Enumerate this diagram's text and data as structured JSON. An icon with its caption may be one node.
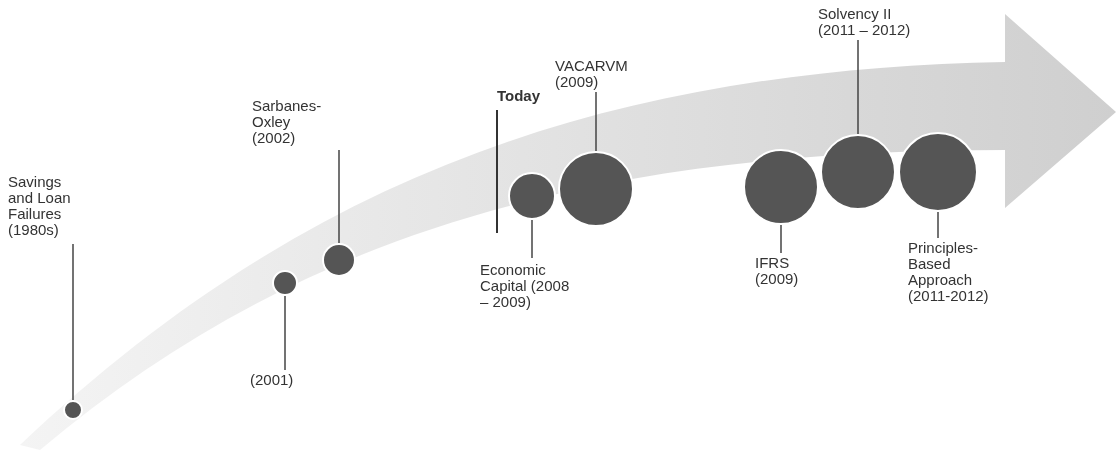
{
  "diagram": {
    "nodes": [
      {
        "text": [
          "Savings and Loan Failures (1980s)"
        ]
      },
      {
        "text": [],
        "shape": "circle"
      },
      {
        "text": [
          "(2001)"
        ]
      },
      {
        "text": [],
        "shape": "circle"
      },
      {
        "text": [
          "Sarbanes-Oxley (2002)"
        ]
      },
      {
        "text": [],
        "shape": "circle"
      },
      {
        "text": [
          "Economic Capital (2008 – 2009)"
        ]
      },
      {
        "text": [],
        "shape": "circle"
      },
      {
        "text": [
          "VACARVM (2009)"
        ]
      },
      {
        "text": [],
        "shape": "circle"
      },
      {
        "text": [
          "IFRS (2009)"
        ]
      },
      {
        "text": [],
        "shape": "circle"
      },
      {
        "text": [
          "Solvency II (2011 – 2012)"
        ]
      },
      {
        "text": [],
        "shape": "circle"
      },
      {
        "text": [
          "Principles-Based Approach (2011-2012)"
        ]
      },
      {
        "text": [],
        "shape": "circle"
      }
    ],
    "edges": [
      {
        "from": 0,
        "to": 1,
        "arrow": "none"
      },
      {
        "from": 2,
        "to": 3,
        "arrow": "none"
      },
      {
        "from": 4,
        "to": 5,
        "arrow": "none"
      },
      {
        "from": 6,
        "to": 7,
        "arrow": "none"
      },
      {
        "from": 8,
        "to": 9,
        "arrow": "none"
      },
      {
        "from": 10,
        "to": 11,
        "arrow": "none"
      },
      {
        "from": 12,
        "to": 13,
        "arrow": "none"
      },
      {
        "from": 14,
        "to": 15,
        "arrow": "none"
      }
    ],
    "labels": [
      "Today"
    ]
  }
}
